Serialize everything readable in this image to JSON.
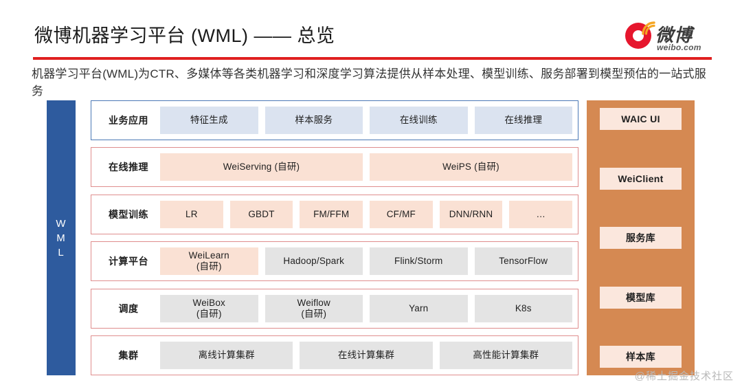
{
  "header": {
    "title": "微博机器学习平台 (WML) —— 总览",
    "rule_color": "#e02020",
    "logo": {
      "brand_cn": "微博",
      "brand_domain": "weibo.com",
      "brand_color": "#e6162d"
    }
  },
  "subtitle": "机器学习平台(WML)为CTR、多媒体等各类机器学习和深度学习算法提供从样本处理、模型训练、服务部署到模型预估的一站式服务",
  "diagram": {
    "spine": {
      "label": "WML",
      "letters": [
        "W",
        "M",
        "L"
      ],
      "color": "#2e5b9e"
    },
    "rows": [
      {
        "label": "业务应用",
        "border": "blue",
        "cells": [
          {
            "text": "特征生成",
            "style": "blue"
          },
          {
            "text": "样本服务",
            "style": "blue"
          },
          {
            "text": "在线训练",
            "style": "blue"
          },
          {
            "text": "在线推理",
            "style": "blue"
          }
        ]
      },
      {
        "label": "在线推理",
        "border": "red",
        "cells": [
          {
            "text": "WeiServing (自研)",
            "style": "peach"
          },
          {
            "text": "WeiPS (自研)",
            "style": "peach"
          }
        ]
      },
      {
        "label": "模型训练",
        "border": "red",
        "cells": [
          {
            "text": "LR",
            "style": "peach"
          },
          {
            "text": "GBDT",
            "style": "peach"
          },
          {
            "text": "FM/FFM",
            "style": "peach"
          },
          {
            "text": "CF/MF",
            "style": "peach"
          },
          {
            "text": "DNN/RNN",
            "style": "peach"
          },
          {
            "text": "…",
            "style": "peach"
          }
        ]
      },
      {
        "label": "计算平台",
        "border": "red",
        "cells": [
          {
            "line1": "WeiLearn",
            "line2": "(自研)",
            "style": "peach"
          },
          {
            "text": "Hadoop/Spark",
            "style": "grey"
          },
          {
            "text": "Flink/Storm",
            "style": "grey"
          },
          {
            "text": "TensorFlow",
            "style": "grey"
          }
        ]
      },
      {
        "label": "调度",
        "border": "red",
        "cells": [
          {
            "line1": "WeiBox",
            "line2": "(自研)",
            "style": "grey"
          },
          {
            "line1": "Weiflow",
            "line2": "(自研)",
            "style": "grey"
          },
          {
            "text": "Yarn",
            "style": "grey"
          },
          {
            "text": "K8s",
            "style": "grey"
          }
        ]
      },
      {
        "label": "集群",
        "border": "red",
        "cells": [
          {
            "text": "离线计算集群",
            "style": "grey"
          },
          {
            "text": "在线计算集群",
            "style": "grey"
          },
          {
            "text": "高性能计算集群",
            "style": "grey"
          }
        ]
      }
    ],
    "side_panel": {
      "background": "#d58952",
      "items": [
        "WAIC UI",
        "WeiClient",
        "服务库",
        "模型库",
        "样本库"
      ]
    }
  },
  "watermark": "@稀土掘金技术社区"
}
